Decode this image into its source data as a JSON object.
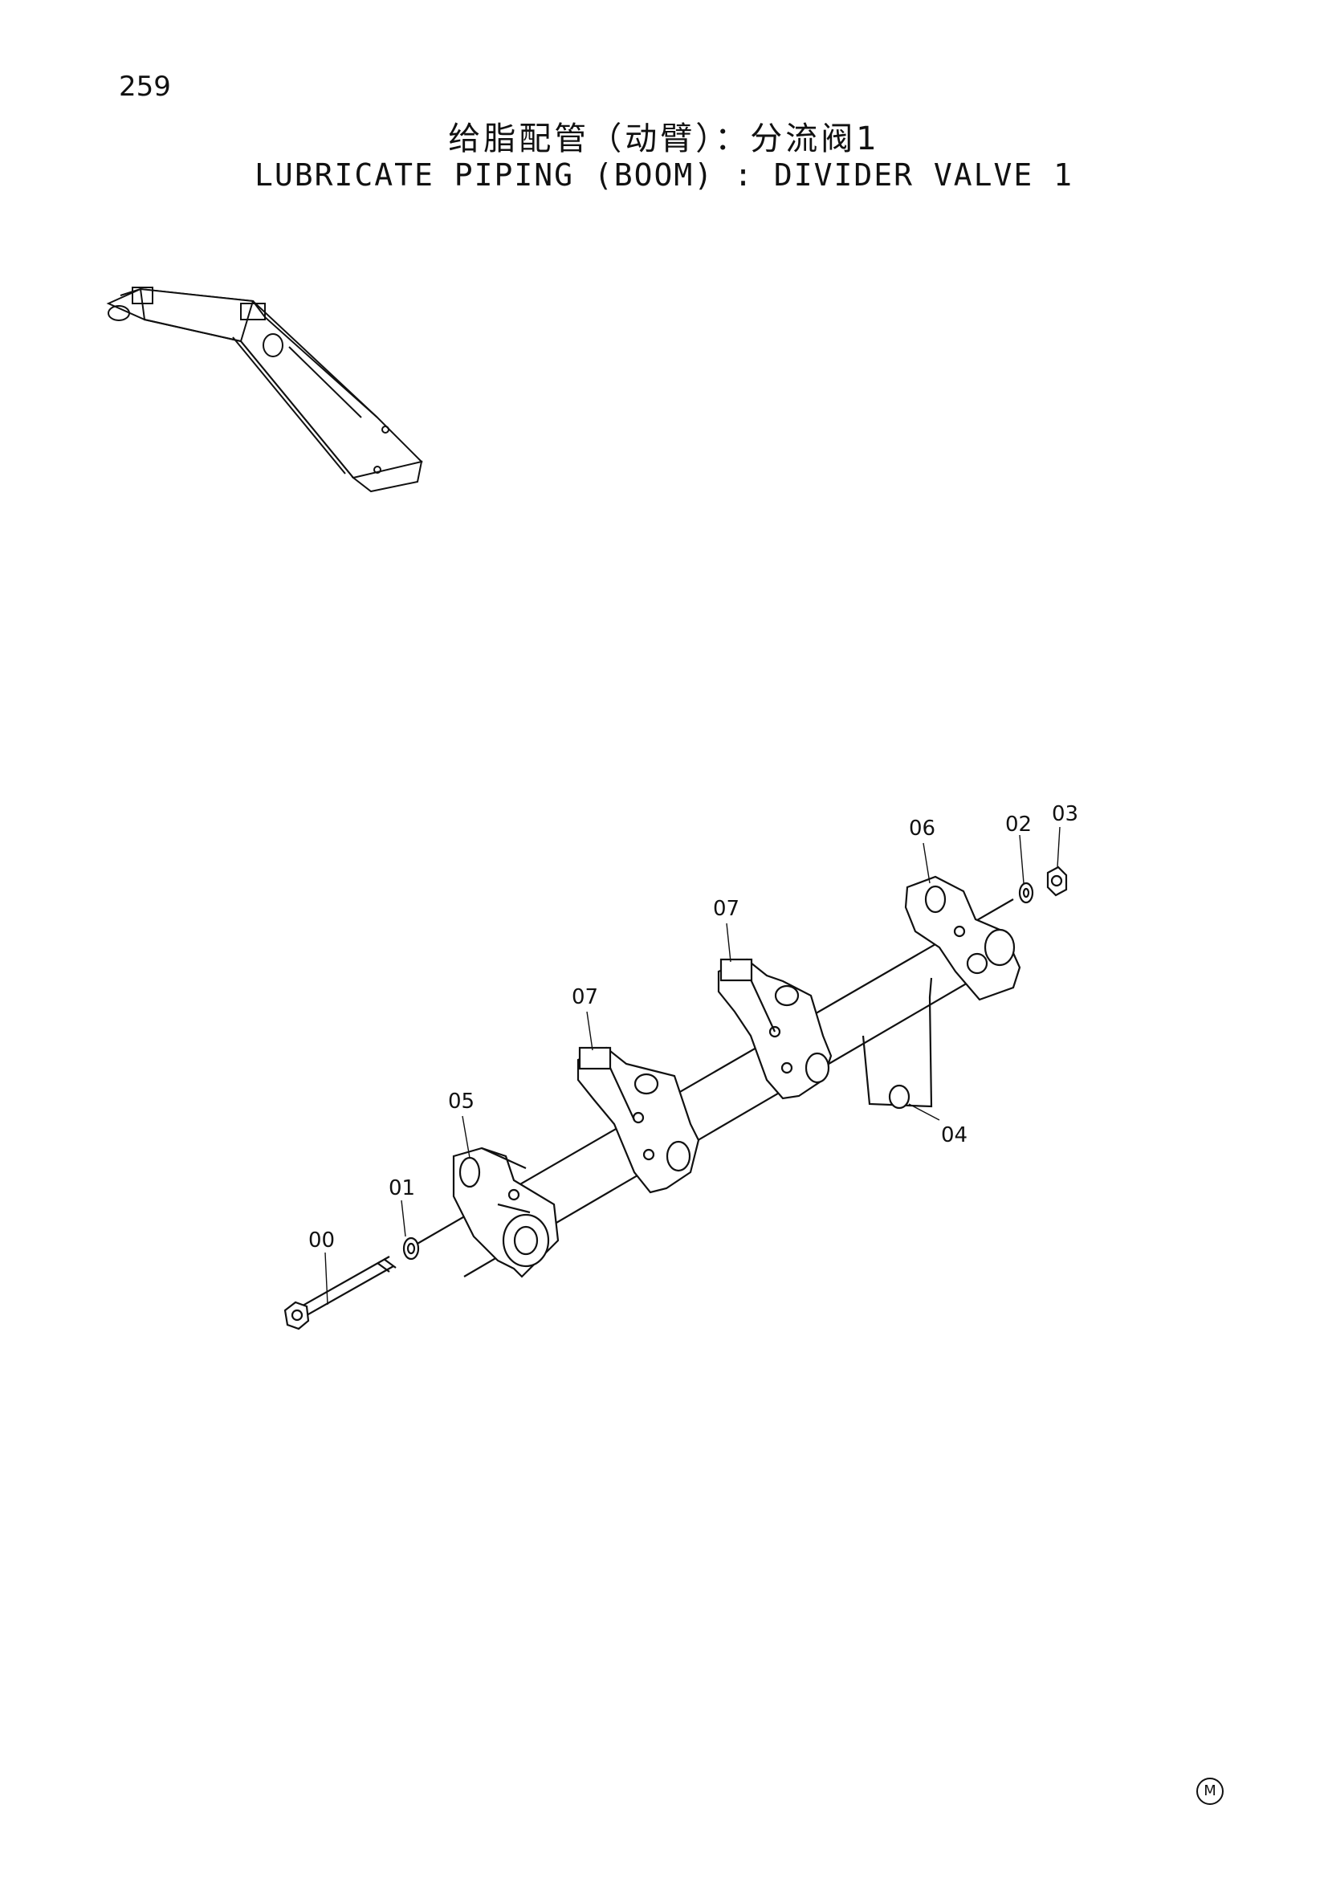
{
  "page_number": "259",
  "title_cn": "给脂配管（动臂）：分流阀1",
  "title_en": "LUBRICATE PIPING (BOOM) : DIVIDER VALVE 1",
  "labels": {
    "p00": "00",
    "p01": "01",
    "p02": "02",
    "p03": "03",
    "p04": "04",
    "p05": "05",
    "p06": "06",
    "p07a": "07",
    "p07b": "07"
  },
  "mark": "M"
}
